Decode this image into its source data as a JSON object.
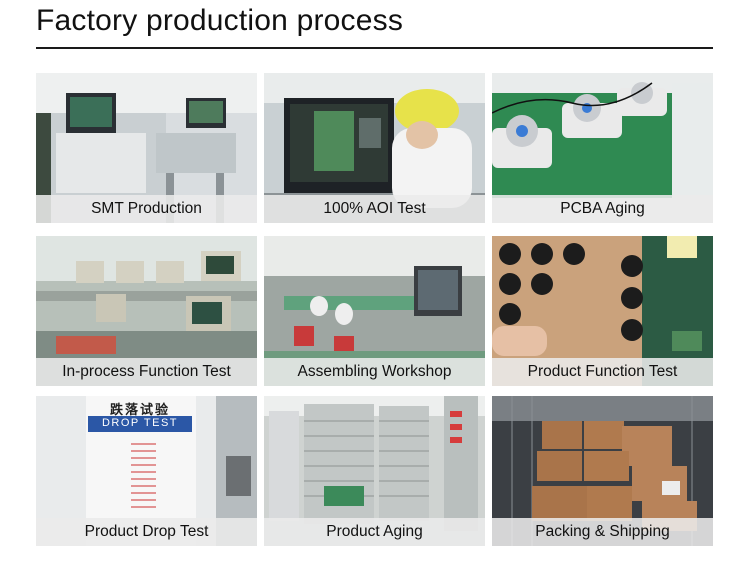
{
  "title": "Factory production process",
  "steps": [
    {
      "label": "SMT Production"
    },
    {
      "label": "100% AOI Test"
    },
    {
      "label": "PCBA Aging"
    },
    {
      "label": "In-process Function Test"
    },
    {
      "label": "Assembling Workshop"
    },
    {
      "label": "Product Function Test"
    },
    {
      "label": "Product Drop Test",
      "sign_cn": "跌落试验",
      "sign_en": "DROP TEST"
    },
    {
      "label": "Product Aging"
    },
    {
      "label": "Packing & Shipping"
    }
  ]
}
